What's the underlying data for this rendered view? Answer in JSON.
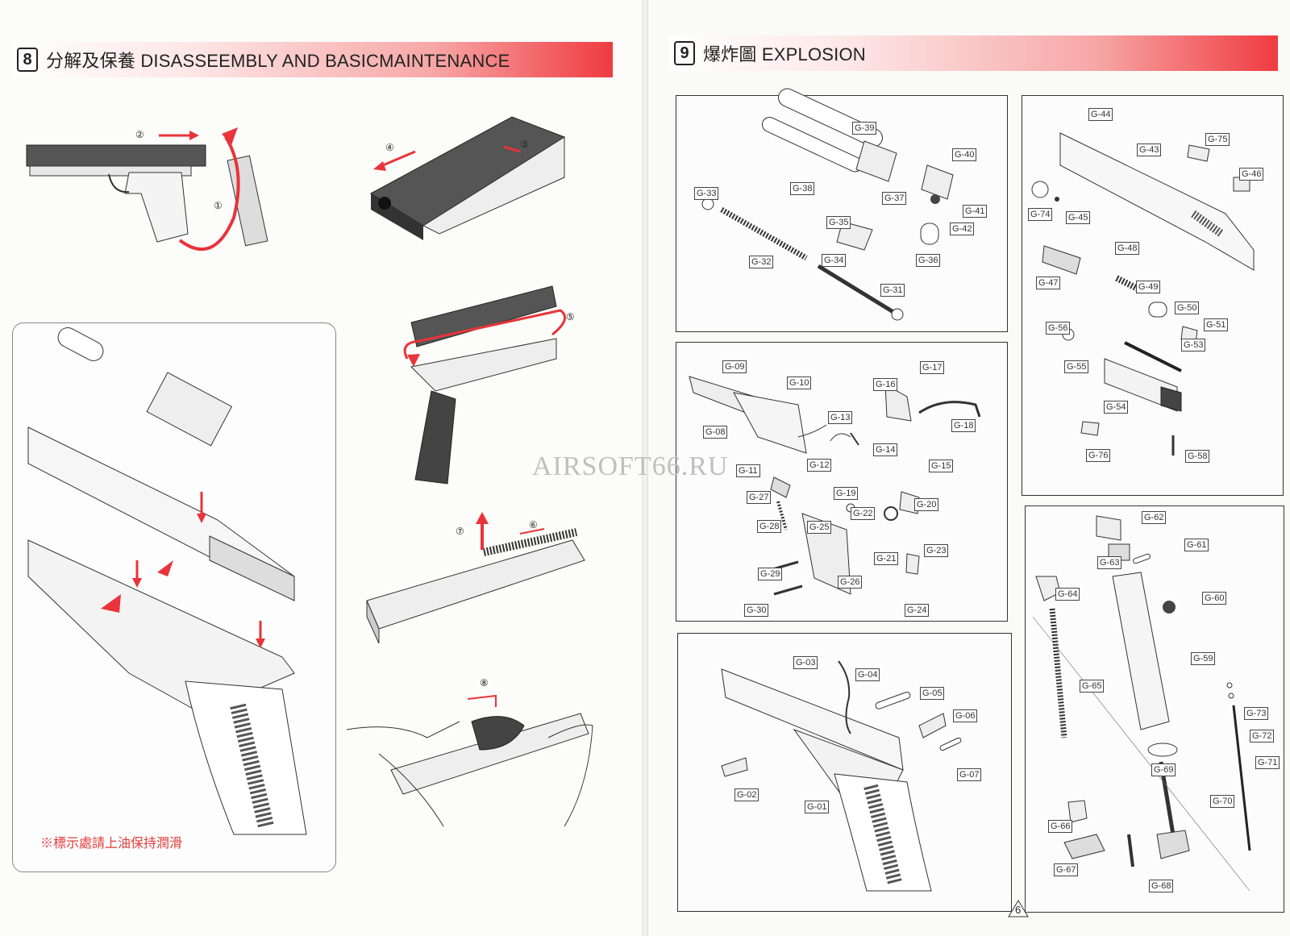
{
  "left_page": {
    "section_number": "8",
    "title": "分解及保養 DISASSEEMBLY AND BASICMAINTENANCE",
    "steps": [
      "①",
      "②",
      "③",
      "④",
      "⑤",
      "⑥",
      "⑦",
      "⑧"
    ],
    "note": "※標示處請上油保持潤滑"
  },
  "right_page": {
    "section_number": "9",
    "title": "爆炸圖 EXPLOSION",
    "page_number": "6",
    "panels": {
      "barrel_group": [
        "G-39",
        "G-40",
        "G-38",
        "G-37",
        "G-33",
        "G-41",
        "G-35",
        "G-42",
        "G-32",
        "G-34",
        "G-36",
        "G-31"
      ],
      "trigger_group": [
        "G-09",
        "G-17",
        "G-10",
        "G-16",
        "G-08",
        "G-13",
        "G-18",
        "G-14",
        "G-11",
        "G-12",
        "G-15",
        "G-27",
        "G-19",
        "G-20",
        "G-22",
        "G-28",
        "G-25",
        "G-21",
        "G-23",
        "G-29",
        "G-26",
        "G-30",
        "G-24"
      ],
      "frame_group": [
        "G-03",
        "G-04",
        "G-05",
        "G-06",
        "G-07",
        "G-02",
        "G-01"
      ],
      "slide_group": [
        "G-44",
        "G-43",
        "G-75",
        "G-46",
        "G-74",
        "G-45",
        "G-48",
        "G-47",
        "G-49",
        "G-50",
        "G-51",
        "G-56",
        "G-53",
        "G-55",
        "G-54",
        "G-76",
        "G-58"
      ],
      "magazine_group": [
        "G-62",
        "G-61",
        "G-63",
        "G-64",
        "G-60",
        "G-59",
        "G-65",
        "G-73",
        "G-72",
        "G-71",
        "G-69",
        "G-70",
        "G-66",
        "G-67",
        "G-68"
      ]
    }
  },
  "watermark": "AIRSOFT66.RU",
  "colors": {
    "accent_red": "#e8343a",
    "line": "#333333"
  }
}
